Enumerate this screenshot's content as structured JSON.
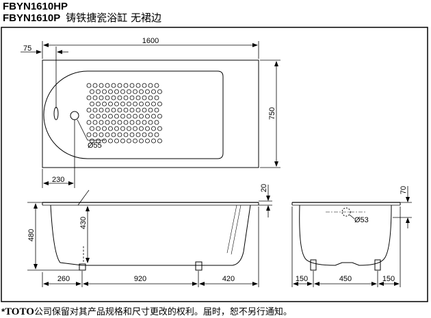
{
  "header": {
    "model_1": "FBYN1610HP",
    "model_2": "FBYN1610P",
    "description": "铸铁搪瓷浴缸  无裙边"
  },
  "top_view": {
    "dim_length": "1600",
    "dim_width": "750",
    "dim_drain_offset": "75",
    "dim_drain_center": "230",
    "drain_diameter": "Ø55"
  },
  "side_view": {
    "dim_rim": "20",
    "dim_depth": "430",
    "dim_height": "480",
    "dim_left": "260",
    "dim_mid": "920",
    "dim_right": "420"
  },
  "end_view": {
    "dim_rim": "70",
    "overflow_diameter": "Ø53",
    "dim_left": "150",
    "dim_mid": "450",
    "dim_right": "150"
  },
  "footer": {
    "star": "*",
    "brand": "TOTO",
    "note": "公司保留对其产品规格和尺寸更改的权利。届时，恕不另行通知。"
  },
  "colors": {
    "line": "#000000",
    "background": "#ffffff"
  }
}
